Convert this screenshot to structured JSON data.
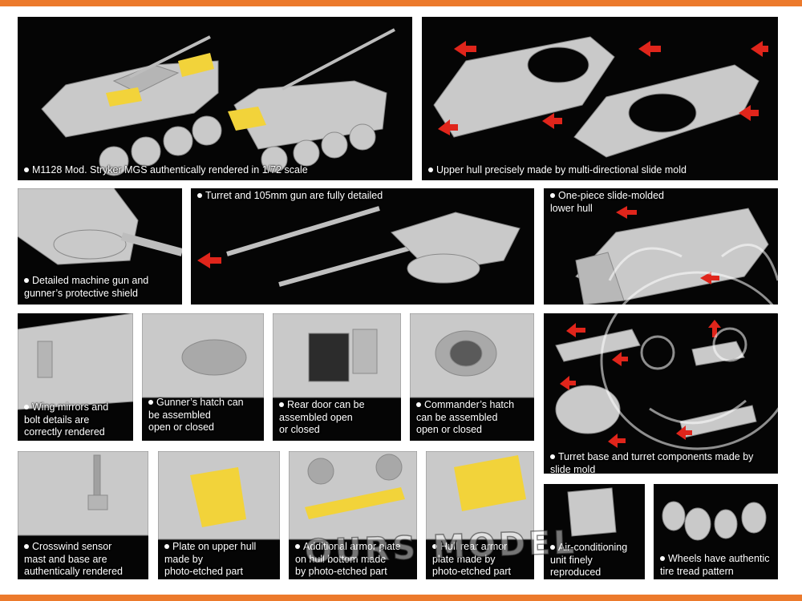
{
  "colors": {
    "accent_stripe": "#ec7a2c",
    "panel_bg": "#050505",
    "model_grey": "#c9c9c9",
    "photo_etch_yellow": "#f2d33a",
    "arrow_red": "#e0251b"
  },
  "panels": [
    {
      "id": "p1",
      "caption": "M1128 Mod. Stryker MGS authentically rendered in 1/72 scale"
    },
    {
      "id": "p2",
      "caption": "Upper hull precisely made by multi-directional slide mold"
    },
    {
      "id": "p3",
      "caption": "Detailed machine gun and\ngunner’s protective shield"
    },
    {
      "id": "p4",
      "caption": "Turret and 105mm gun are fully detailed"
    },
    {
      "id": "p5",
      "caption": "One-piece slide-molded\nlower hull"
    },
    {
      "id": "p6",
      "caption": "Wing mirrors and\nbolt details are\ncorrectly rendered"
    },
    {
      "id": "p7",
      "caption": "Gunner’s hatch can\nbe assembled\nopen or closed"
    },
    {
      "id": "p8",
      "caption": "Rear door can be\nassembled open\nor closed"
    },
    {
      "id": "p9",
      "caption": "Commander’s hatch\ncan be assembled\nopen or closed"
    },
    {
      "id": "p10",
      "caption": "Turret base and turret components made by\nslide mold"
    },
    {
      "id": "p11",
      "caption": "Crosswind sensor\nmast and base are\nauthentically rendered"
    },
    {
      "id": "p12",
      "caption": "Plate on upper hull\nmade by\nphoto-etched part"
    },
    {
      "id": "p13",
      "caption": "Additional armor plate\non hull bottom made\nby photo-etched part"
    },
    {
      "id": "p14",
      "caption": "Hull rear armor\nplate made by\nphoto-etched part"
    },
    {
      "id": "p15",
      "caption": "Air-conditioning\nunit finely\nreproduced"
    },
    {
      "id": "p16",
      "caption": "Wheels have authentic\ntire tread pattern"
    }
  ],
  "watermark": "OURS MODEL"
}
